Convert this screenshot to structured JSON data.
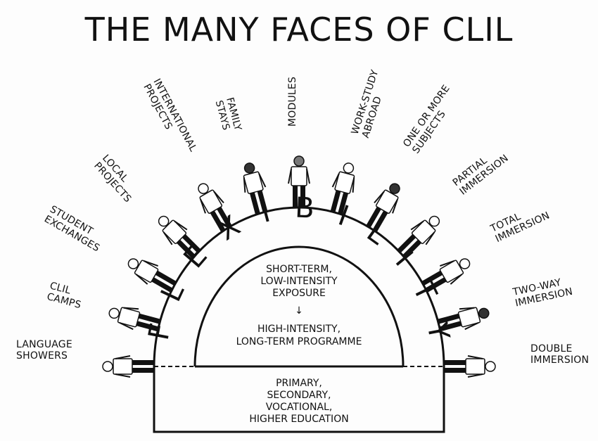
{
  "title": "THE MANY FACES OF CLIL",
  "arc_word": "FLEXIBILITY",
  "inner": {
    "top_line1": "SHORT-TERM,",
    "top_line2": "LOW-INTENSITY",
    "top_line3": "EXPOSURE",
    "arrow": "↓",
    "bottom_line1": "HIGH-INTENSITY,",
    "bottom_line2": "LONG-TERM PROGRAMME"
  },
  "base": {
    "line1": "PRIMARY,",
    "line2": "SECONDARY,",
    "line3": "VOCATIONAL,",
    "line4": "HIGHER EDUCATION"
  },
  "faces": [
    {
      "l1": "LANGUAGE",
      "l2": "SHOWERS"
    },
    {
      "l1": "CLIL",
      "l2": "CAMPS"
    },
    {
      "l1": "STUDENT",
      "l2": "EXCHANGES"
    },
    {
      "l1": "LOCAL",
      "l2": "PROJECTS"
    },
    {
      "l1": "INTERNATIONAL",
      "l2": "PROJECTS"
    },
    {
      "l1": "FAMILY",
      "l2": "STAYS"
    },
    {
      "l1": "MODULES",
      "l2": ""
    },
    {
      "l1": "WORK-STUDY",
      "l2": "ABROAD"
    },
    {
      "l1": "ONE OR MORE",
      "l2": "SUBJECTS"
    },
    {
      "l1": "PARTIAL",
      "l2": "IMMERSION"
    },
    {
      "l1": "TOTAL",
      "l2": "IMMERSION"
    },
    {
      "l1": "TWO-WAY",
      "l2": "IMMERSION"
    },
    {
      "l1": "DOUBLE",
      "l2": "IMMERSION"
    }
  ]
}
